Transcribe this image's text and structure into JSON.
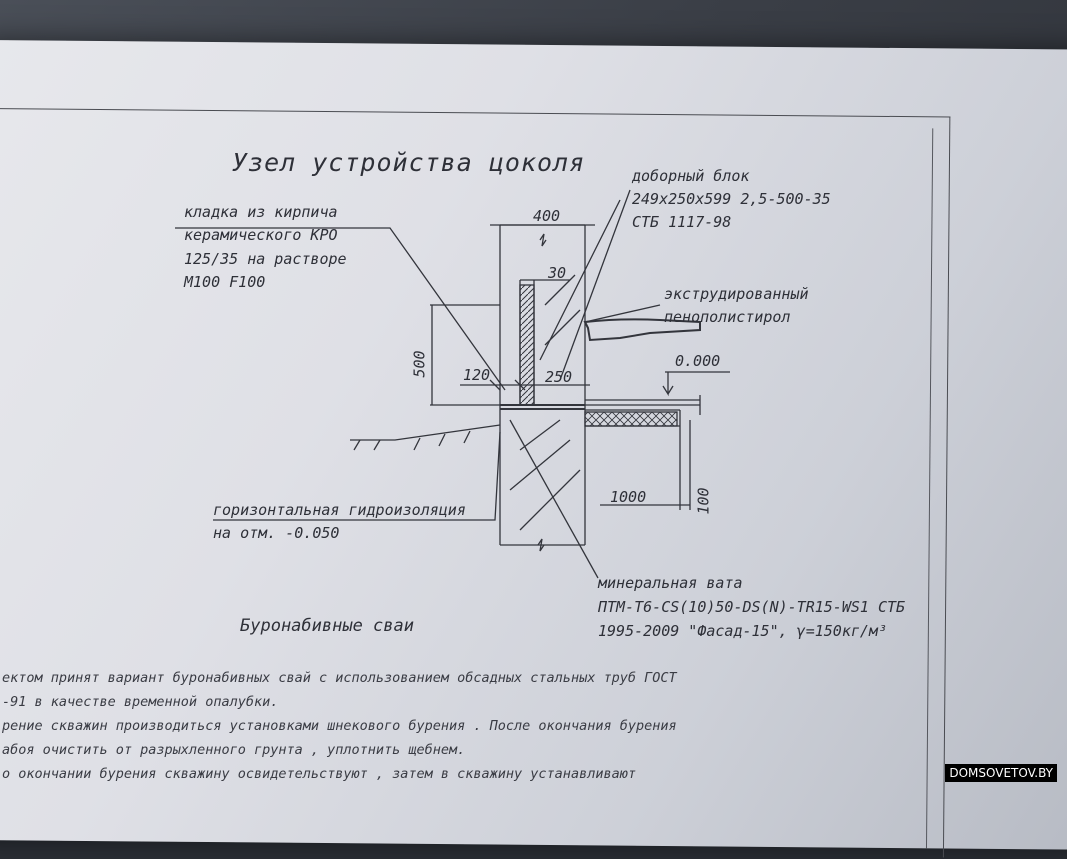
{
  "drawing": {
    "title": "Узел устройства цоколя",
    "labels": {
      "block_l1": "доборный блок",
      "block_l2": "249х250х599 2,5-500-35",
      "block_l3": "СТБ 1117-98",
      "brick_l1": "кладка из кирпича",
      "brick_l2": "керамического КРО",
      "brick_l3": "125/35 на растворе",
      "brick_l4": "М100 F100",
      "foam_l1": "экструдированный",
      "foam_l2": "пенополистирол",
      "zero_mark": "0.000",
      "hydro_l1": "горизонтальная гидроизоляция",
      "hydro_l2": "на отм. -0.050",
      "wool_l1": "минеральная вата",
      "wool_l2": "ПТМ-Т6-CS(10)50-DS(N)-TR15-WS1 СТБ",
      "wool_l3": "1995-2009 \"Фасад-15\", γ=150кг/м³",
      "piles_heading": "Буронабивные сваи"
    },
    "dimensions": {
      "d400": "400",
      "d30": "30",
      "d500": "500",
      "d120": "120",
      "d250": "250",
      "d1000": "1000",
      "d100": "100"
    }
  },
  "body_text": [
    "ектом принят вариант буронабивных свай с использованием обсадных стальных труб ГОСТ",
    "-91 в качестве временной опалубки.",
    "рение скважин производиться установками шнекового бурения . После окончания бурения",
    "абоя очистить от разрыхленного грунта , уплотнить щебнем.",
    "о окончании бурения скважину освидетельствуют , затем в скважину устанавливают"
  ],
  "watermark": "DOMSOVETOV.BY"
}
